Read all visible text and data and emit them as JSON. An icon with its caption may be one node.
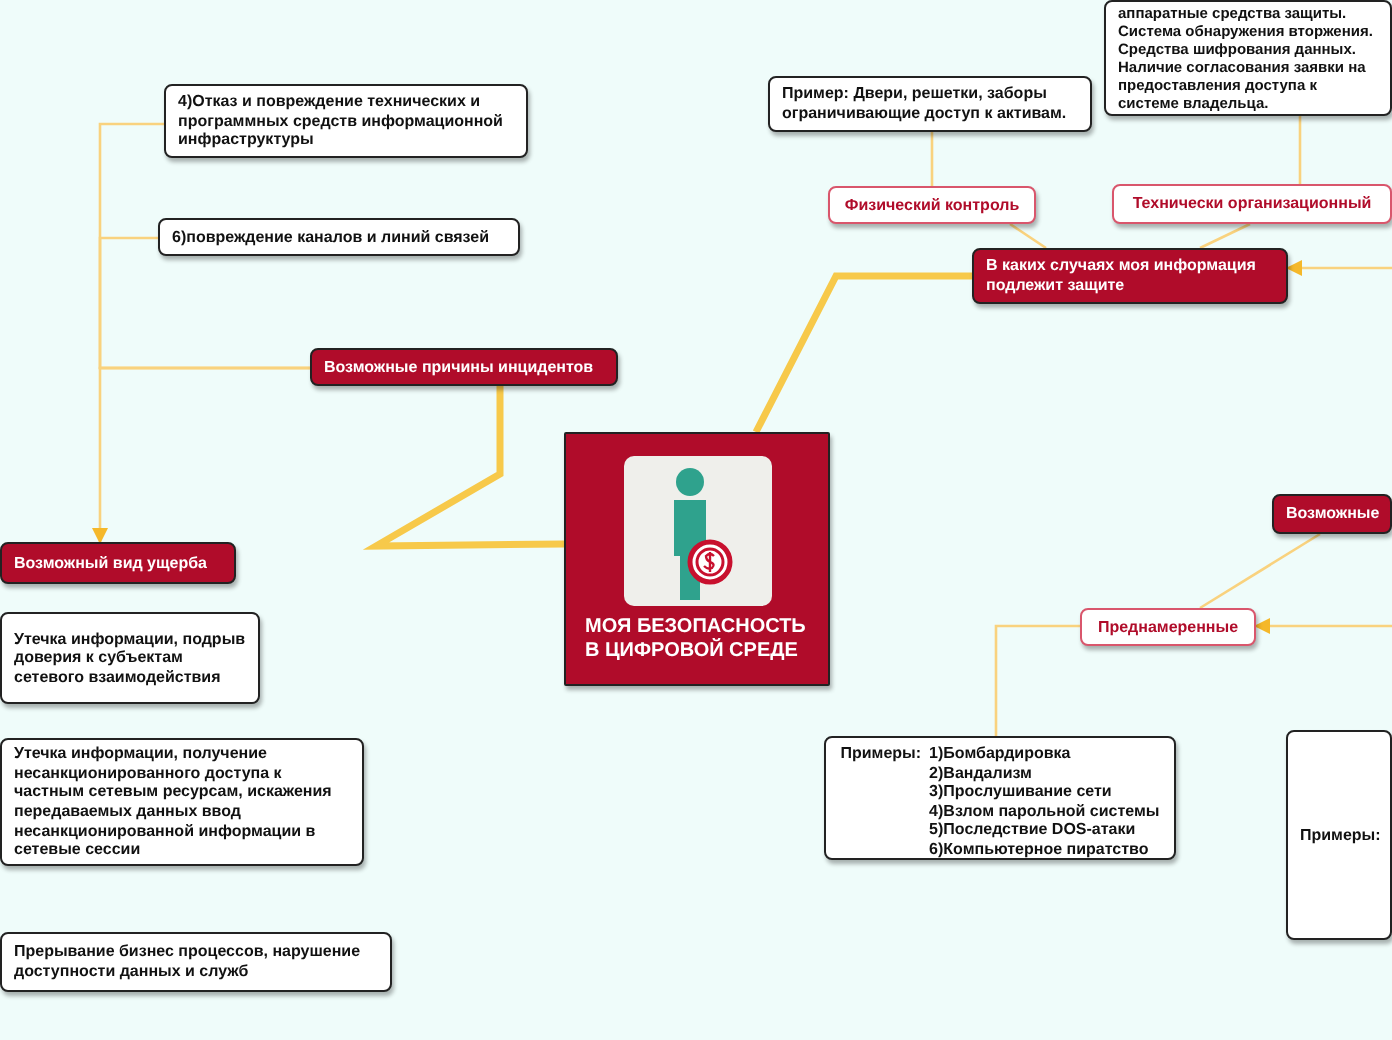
{
  "diagram": {
    "nodes": [
      {
        "text": [
          "МОЯ БЕЗОПАСНОСТЬ В ЦИФРОВОЙ СРЕДЕ"
        ]
      },
      {
        "text": [
          "В каких случаях моя информация подлежит защите"
        ]
      },
      {
        "text": [
          "Физический контроль"
        ]
      },
      {
        "text": [
          "Технически организационный"
        ]
      },
      {
        "text": [
          "Пример: Двери, решетки, заборы ограничивающие доступ к активам."
        ]
      },
      {
        "text": [
          "аппаратные средства защиты. Система обнаружения вторжения. Средства шифрования данных. Наличие согласования заявки на предоставления доступа к системе владельца."
        ]
      },
      {
        "text": [
          "4)Отказ и повреждение технических и программных средств информационной инфраструктуры"
        ]
      },
      {
        "text": [
          "6)повреждение каналов и линий связей"
        ]
      },
      {
        "text": [
          "Возможные причины инцидентов"
        ]
      },
      {
        "text": [
          "Возможный вид ущерба"
        ]
      },
      {
        "text": [
          "Утечка информации, подрыв доверия к субъектам сетевого взаимодействия"
        ]
      },
      {
        "text": [
          "Утечка информации, получение несанкционированного доступа к частным сетевым ресурсам, искажения передаваемых данных ввод несанкционированной информации в сетевые сессии"
        ]
      },
      {
        "text": [
          "Прерывание бизнес процессов, нарушение доступности данных и служб"
        ]
      },
      {
        "text": [
          "Возможные"
        ]
      },
      {
        "text": [
          "Преднамеренные"
        ]
      },
      {
        "text": [
          "Примеры:",
          "1)Бомбардировка",
          "2)Вандализм",
          "3)Прослушивание сети",
          "4)Взлом парольной системы",
          "5)Последствие DOS-атаки",
          "6)Компьютерное пиратство"
        ]
      },
      {
        "text": [
          "Примеры:"
        ]
      }
    ],
    "edges": [
      {
        "from": 0,
        "to": 1,
        "arrow": "none",
        "style": "thick"
      },
      {
        "from": 1,
        "to": 2,
        "arrow": "none"
      },
      {
        "from": 1,
        "to": 3,
        "arrow": "none"
      },
      {
        "from": 2,
        "to": 4,
        "arrow": "none"
      },
      {
        "from": 3,
        "to": 5,
        "arrow": "none"
      },
      {
        "from": null,
        "to": 1,
        "arrow": "to"
      },
      {
        "from": 0,
        "to": 8,
        "arrow": "none",
        "style": "thick"
      },
      {
        "from": 8,
        "to": 6,
        "arrow": "none"
      },
      {
        "from": 8,
        "to": 7,
        "arrow": "none"
      },
      {
        "from": 8,
        "to": 9,
        "arrow": "to"
      },
      {
        "from": 13,
        "to": 14,
        "arrow": "none"
      },
      {
        "from": null,
        "to": 14,
        "arrow": "to"
      },
      {
        "from": 14,
        "to": 15,
        "arrow": "none"
      }
    ]
  }
}
